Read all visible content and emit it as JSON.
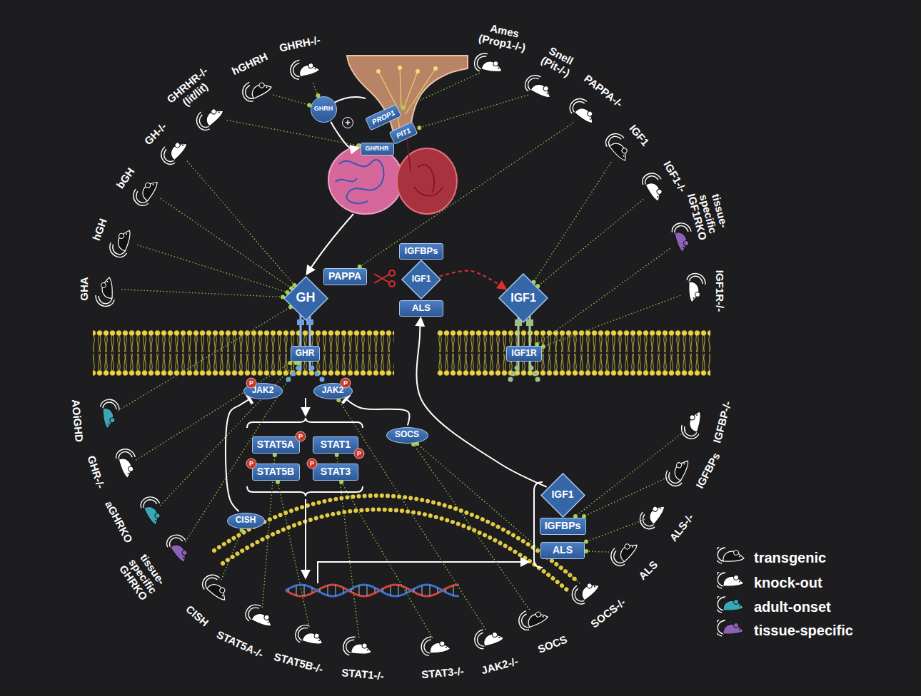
{
  "diagram": {
    "nodes": [
      {
        "text": [
          "GHRH"
        ]
      },
      {
        "text": [
          "PROP1"
        ]
      },
      {
        "text": [
          "PIT1"
        ]
      },
      {
        "text": [
          "GHRHR"
        ]
      },
      {
        "text": [
          "PAPPA"
        ]
      },
      {
        "text": [
          "IGFBPs"
        ]
      },
      {
        "text": [
          "IGF1"
        ]
      },
      {
        "text": [
          "ALS"
        ]
      },
      {
        "text": [
          "GH"
        ]
      },
      {
        "text": [
          "IGF1"
        ]
      },
      {
        "text": [
          "GHR"
        ]
      },
      {
        "text": [
          "IGF1R"
        ]
      },
      {
        "text": [
          "JAK2"
        ]
      },
      {
        "text": [
          "JAK2"
        ]
      },
      {
        "text": [
          "SOCS"
        ]
      },
      {
        "text": [
          "STAT5A"
        ]
      },
      {
        "text": [
          "STAT1"
        ]
      },
      {
        "text": [
          "STAT5B"
        ]
      },
      {
        "text": [
          "STAT3"
        ]
      },
      {
        "text": [
          "CISH"
        ]
      },
      {
        "text": [
          "IGF1"
        ]
      },
      {
        "text": [
          "IGFBPs"
        ]
      },
      {
        "text": [
          "ALS"
        ]
      }
    ],
    "edges": [
      {
        "from": 0,
        "to": 3,
        "arrow": "to"
      },
      {
        "from": 6,
        "to": 9,
        "arrow": "to"
      },
      {
        "from": 14,
        "to": 13,
        "arrow": "to"
      },
      {
        "from": 19,
        "to": 12,
        "arrow": "to"
      },
      {
        "from": 20,
        "to": 7,
        "arrow": "to"
      }
    ],
    "labels": [
      "GHA",
      "hGH",
      "bGH",
      "GH-/-",
      "GHRHR-/- (lit/lit)",
      "hGHRH",
      "GHRH-/-",
      "Ames (Prop1-/-)",
      "Snell (Pit-/-)",
      "PAPPA-/-",
      "IGF1",
      "IGF1-/-",
      "tissue-specific IGF1RKO",
      "IGF1R-/-",
      "IGFBP-/-",
      "IGFBPs",
      "ALS-/-",
      "ALS",
      "SOCS-/-",
      "SOCS",
      "JAK2-/-",
      "STAT3-/-",
      "STAT1-/-",
      "STAT5B-/-",
      "STAT5A-/-",
      "CISH",
      "tissue-specific GHRKO",
      "aGHRKO",
      "GHR-/-",
      "AOiGHD",
      "+",
      "P",
      "P",
      "P",
      "P",
      "P",
      "P"
    ],
    "legend": [
      {
        "text": "transgenic",
        "color": "#111111"
      },
      {
        "text": "knock-out",
        "color": "#ffffff"
      },
      {
        "text": "adult-onset",
        "color": "#3ba7b4"
      },
      {
        "text": "tissue-specific",
        "color": "#8a62b6"
      }
    ]
  }
}
